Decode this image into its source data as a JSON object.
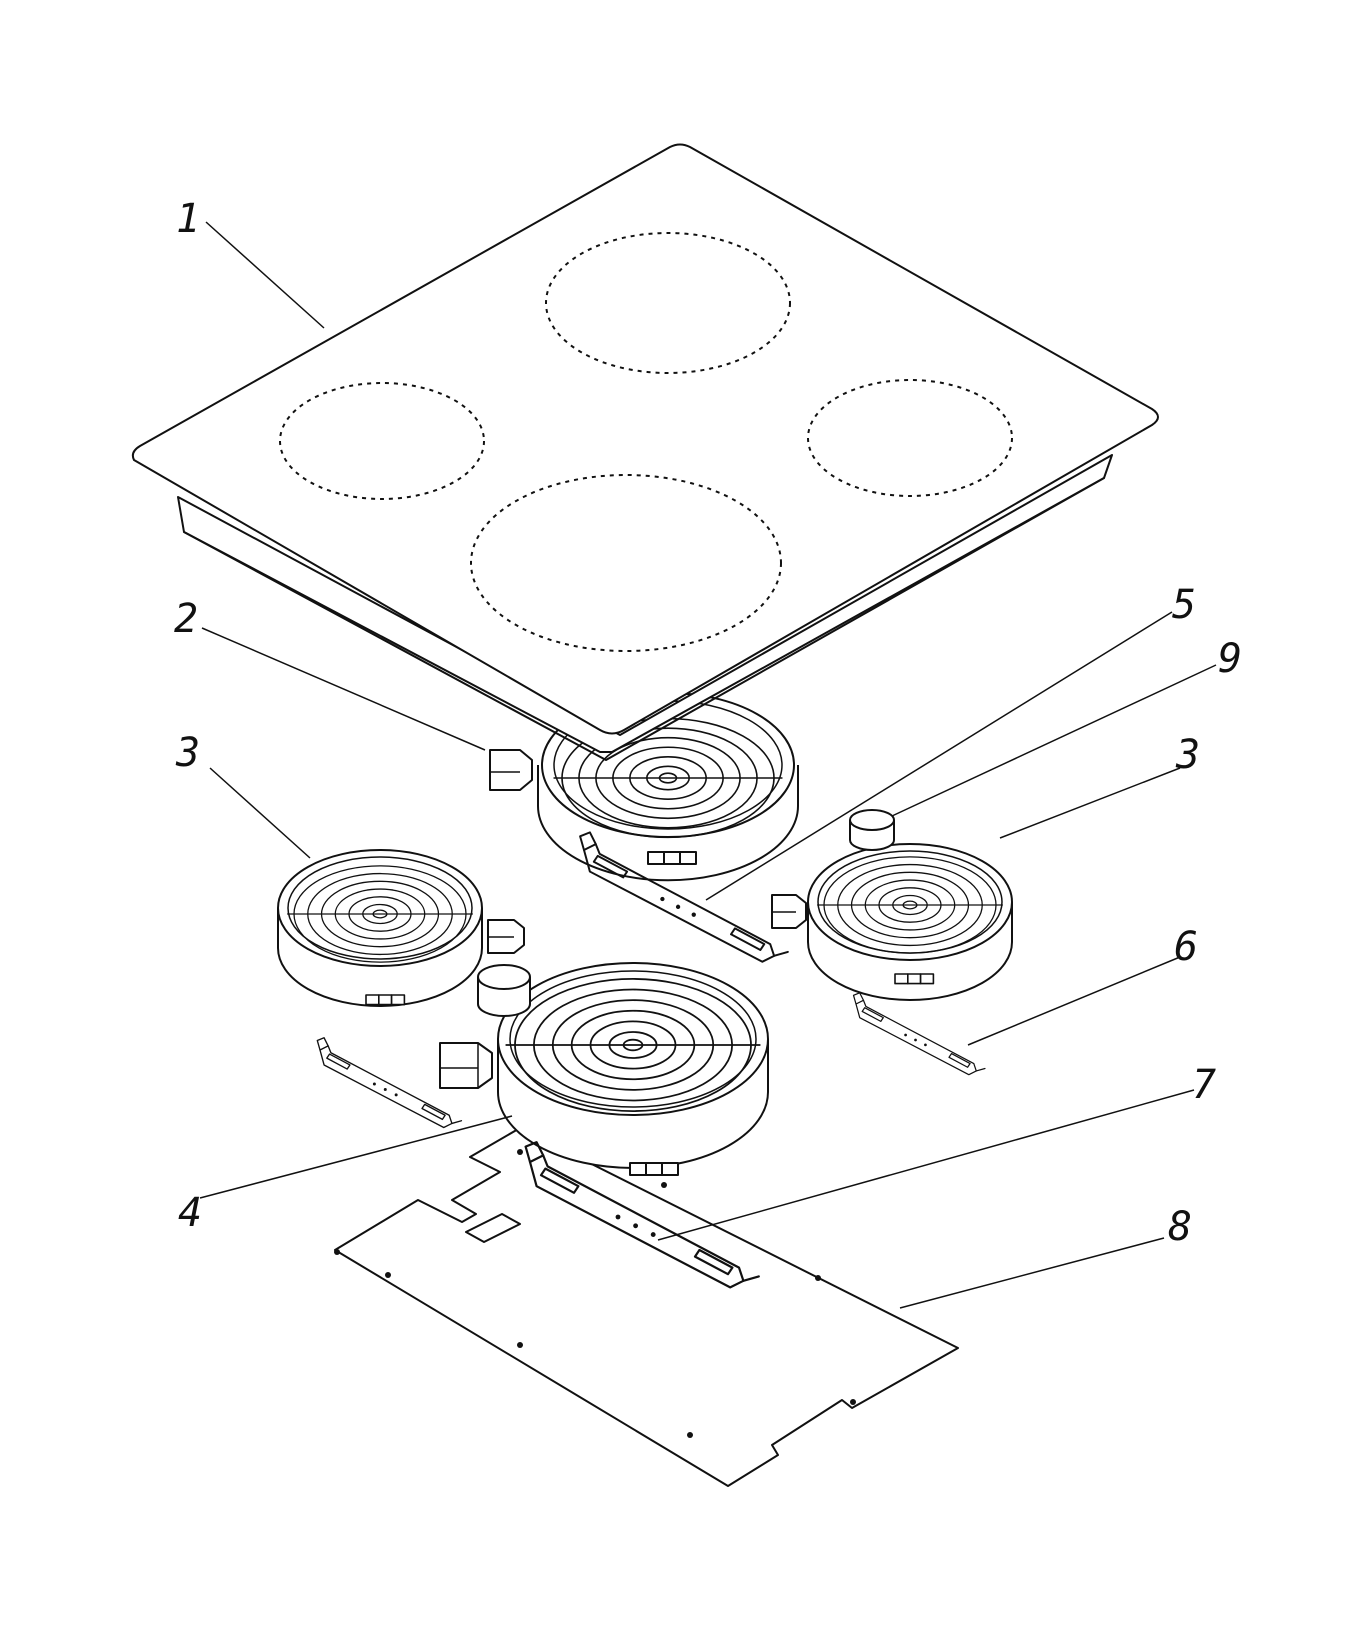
{
  "labels": {
    "l1": "1",
    "l2": "2",
    "l3a": "3",
    "l3b": "3",
    "l4": "4",
    "l5": "5",
    "l6": "6",
    "l7": "7",
    "l8": "8",
    "l9": "9"
  }
}
